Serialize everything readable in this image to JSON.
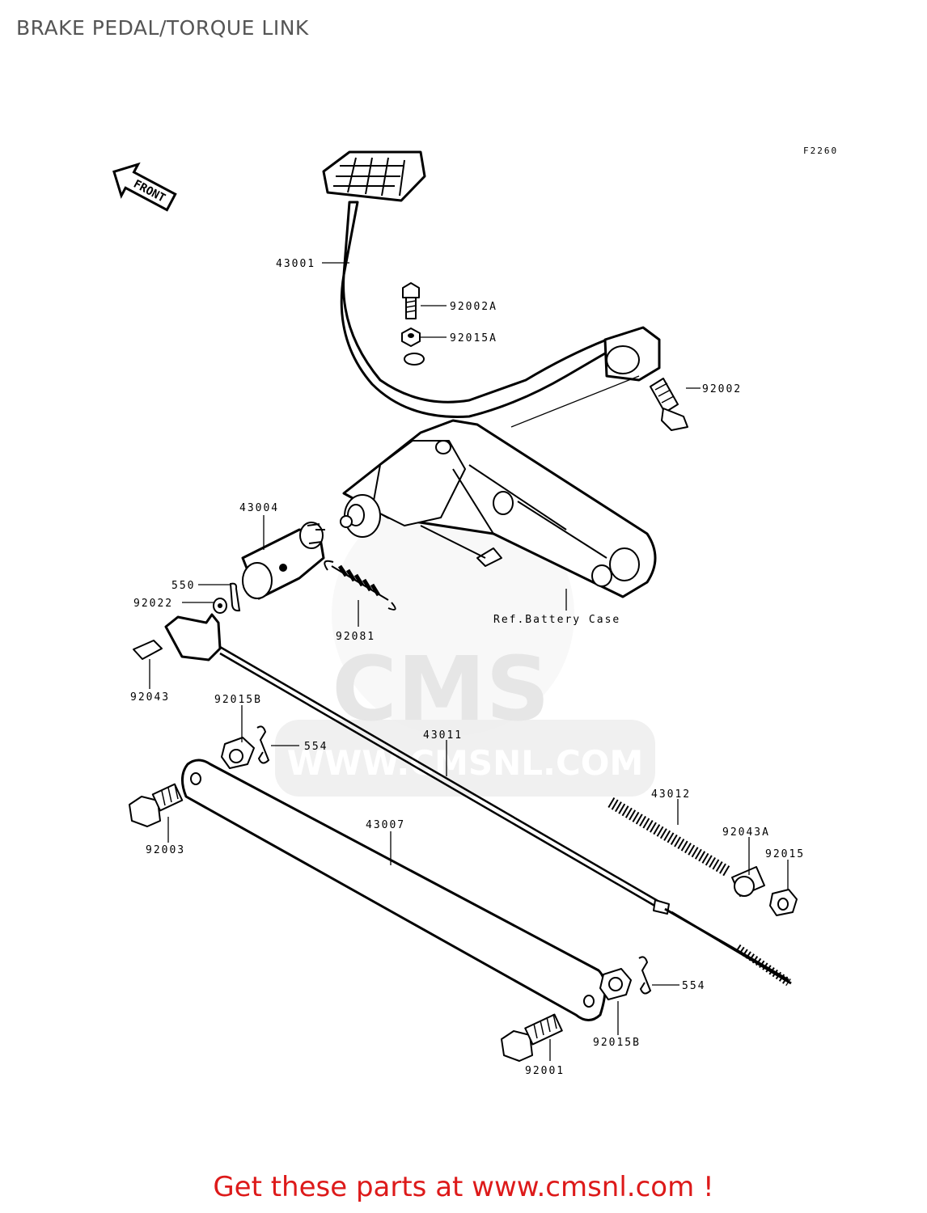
{
  "title": "BRAKE PEDAL/TORQUE LINK",
  "figure_code": "F2260",
  "front_label": "FRONT",
  "reference_note": "Ref.Battery Case",
  "watermark": {
    "text": "CMS",
    "url": "WWW.CMSNL.COM"
  },
  "parts": {
    "p43001": "43001",
    "p92002A": "92002A",
    "p92015A": "92015A",
    "p92002": "92002",
    "p43004": "43004",
    "p550": "550",
    "p92022": "92022",
    "p92081": "92081",
    "p92043": "92043",
    "p92015B_top": "92015B",
    "p554_top": "554",
    "p43011": "43011",
    "p43012": "43012",
    "p92043A": "92043A",
    "p92015": "92015",
    "p43007": "43007",
    "p92003": "92003",
    "p554_bottom": "554",
    "p92015B_bottom": "92015B",
    "p92001": "92001"
  },
  "footer": {
    "text": "Get these parts at www.cmsnl.com !"
  },
  "colors": {
    "footer": "#dd1a1a",
    "title": "#555555",
    "watermark": "#ececec"
  }
}
